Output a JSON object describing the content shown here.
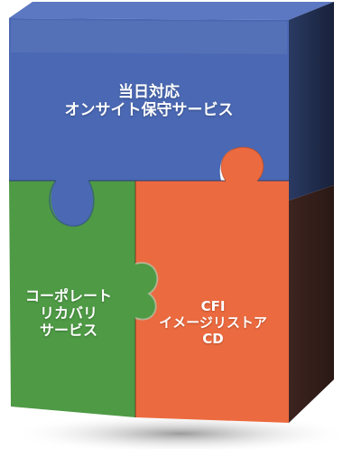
{
  "puzzle_box": {
    "top_piece": {
      "lines": [
        "当日対応",
        "オンサイト保守サービス"
      ],
      "color": "#4a68b3"
    },
    "left_piece": {
      "lines": [
        "コーポレート",
        "リカバリ",
        "サービス"
      ],
      "color": "#4e9a45"
    },
    "right_piece": {
      "lines": [
        "CFI",
        "イメージリストア",
        "CD"
      ],
      "color": "#ec6a3f"
    },
    "side_color": "#1f2b49"
  }
}
